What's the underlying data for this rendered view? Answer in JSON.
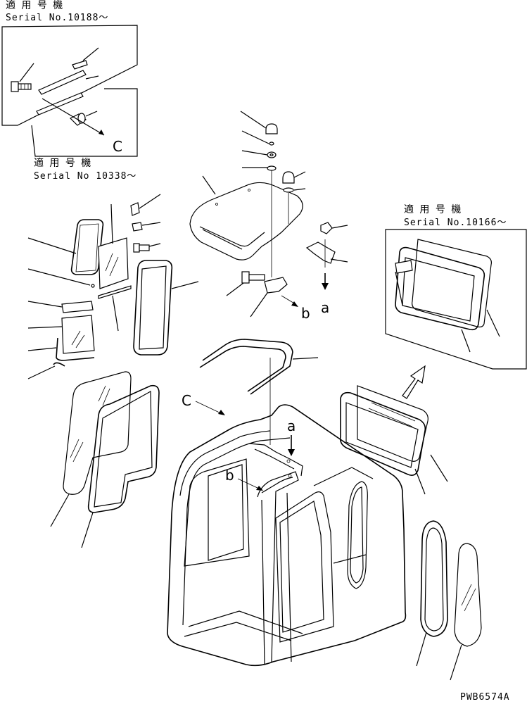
{
  "inset_top_left": {
    "label_jp": "適 用 号 機",
    "serial": "Serial No.10188～",
    "callout_letter": "C"
  },
  "inset_mid_left": {
    "label_jp": "適 用 号 機",
    "serial": "Serial No 10338～"
  },
  "inset_right": {
    "label_jp": "適 用 号 機",
    "serial": "Serial No.10166～"
  },
  "callouts": {
    "a_top": "a",
    "b_top": "b",
    "c_mid": "C",
    "a_mid": "a",
    "b_mid": "b"
  },
  "drawing_code": "PWB6574A"
}
